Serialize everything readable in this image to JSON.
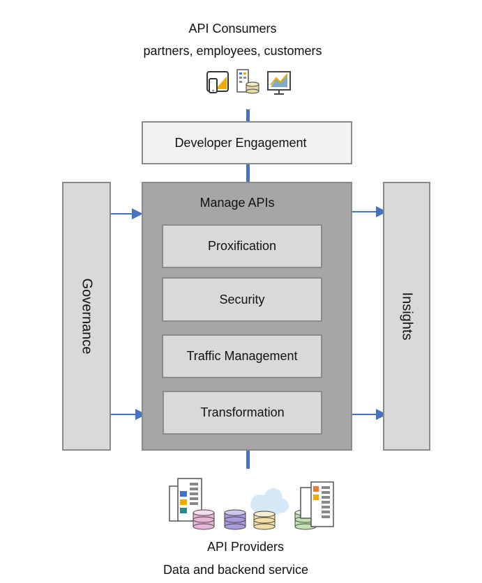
{
  "consumers": {
    "title": "API Consumers",
    "subtitle": "partners, employees, customers",
    "icons": [
      "mobile-tablet-icon",
      "building-database-icon",
      "analytics-monitor-icon"
    ]
  },
  "developer_engagement": {
    "label": "Developer Engagement"
  },
  "governance": {
    "label": "Governance"
  },
  "insights": {
    "label": "Insights"
  },
  "manage_apis": {
    "title": "Manage APIs",
    "items": [
      "Proxification",
      "Security",
      "Traffic Management",
      "Transformation"
    ]
  },
  "providers": {
    "title": "API Providers",
    "subtitle": "Data and backend service",
    "icons": [
      "building-icon",
      "database-pink-icon",
      "database-purple-icon",
      "cloud-database-icon",
      "database-green-icon",
      "building-icon"
    ]
  },
  "colors": {
    "connector": "#4472c4",
    "box_light": "#f2f2f2",
    "box_side": "#d9d9d9",
    "box_main": "#a6a6a6",
    "border": "#8a8a8a"
  }
}
